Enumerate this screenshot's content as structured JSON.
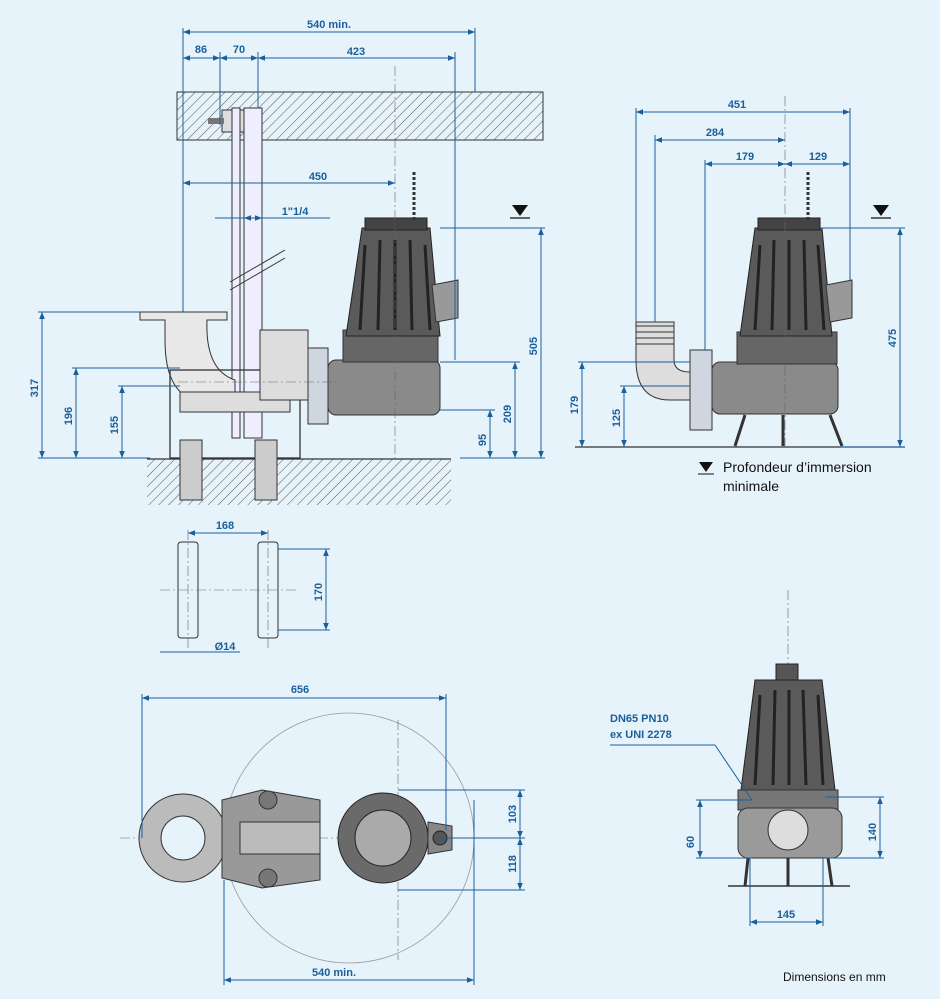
{
  "colors": {
    "background": "#e6f3fb",
    "dimension": "#1a5f9c",
    "line": "#2a2a2a",
    "pump_dark": "#4a4a4a",
    "pump_mid": "#777777"
  },
  "side_view": {
    "d_540_min": "540 min.",
    "d_86": "86",
    "d_70": "70",
    "d_423": "423",
    "d_450": "450",
    "d_pipe": "1\"1/4",
    "d_317": "317",
    "d_196": "196",
    "d_155": "155",
    "d_505": "505",
    "d_209": "209",
    "d_95": "95"
  },
  "free_view": {
    "d_451": "451",
    "d_284": "284",
    "d_179": "179",
    "d_129": "129",
    "d_475": "475",
    "d_179v": "179",
    "d_125": "125"
  },
  "legend": {
    "icon": "water-level-icon",
    "text": "Profondeur d’immersion minimale"
  },
  "foot_view": {
    "d_168": "168",
    "d_170": "170",
    "d_14": "Ø14"
  },
  "plan_view": {
    "d_656": "656",
    "d_103": "103",
    "d_118": "118",
    "d_540_min": "540 min."
  },
  "front_view": {
    "flange_line1": "DN65 PN10",
    "flange_line2": "ex UNI 2278",
    "d_60": "60",
    "d_140": "140",
    "d_145": "145"
  },
  "footer": {
    "units": "Dimensions en mm"
  }
}
